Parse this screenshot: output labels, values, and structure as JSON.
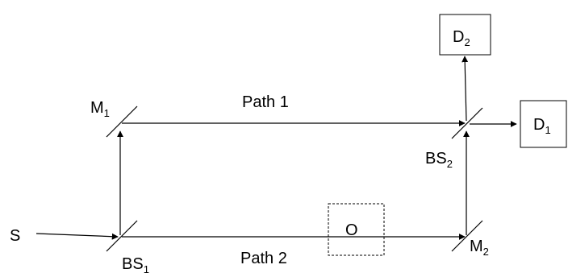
{
  "labels": {
    "source": "S",
    "bs1": "BS",
    "bs1_sub": "1",
    "bs2": "BS",
    "bs2_sub": "2",
    "m1": "M",
    "m1_sub": "1",
    "m2": "M",
    "m2_sub": "2",
    "d1": "D",
    "d1_sub": "1",
    "d2": "D",
    "d2_sub": "2",
    "path1": "Path 1",
    "path2": "Path 2",
    "object": "O"
  },
  "colors": {
    "line": "#000000",
    "background": "#ffffff"
  }
}
